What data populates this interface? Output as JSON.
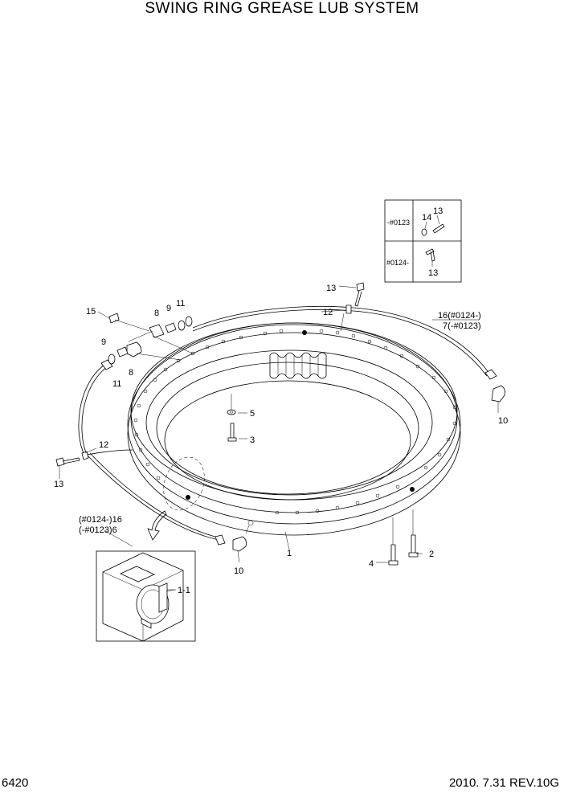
{
  "header": {
    "title": "SWING RING GREASE LUB SYSTEM"
  },
  "footer": {
    "page": "6420",
    "date_rev": "2010. 7.31  REV.10G"
  },
  "inset_table": {
    "row1_serial": "-#0123",
    "row2_serial": "#0124-",
    "row1_parts": [
      "14",
      "13"
    ],
    "row2_part": "13"
  },
  "callouts": {
    "p1": "1",
    "p1_1": "1-1",
    "p2": "2",
    "p3": "3",
    "p4": "4",
    "p5": "5",
    "p8_top": "8",
    "p8_left": "8",
    "p9_top": "9",
    "p9_left": "9",
    "p10_right": "10",
    "p10_bottom": "10",
    "p11_top": "11",
    "p11_left": "11",
    "p12_top": "12",
    "p12_left": "12",
    "p13_top": "13",
    "p13_left": "13",
    "p15": "15",
    "hose_right_a": "16(#0124-)",
    "hose_right_b": "7(-#0123)",
    "hose_left_a": "(#0124-)16",
    "hose_left_b": "(-#0123)6"
  }
}
